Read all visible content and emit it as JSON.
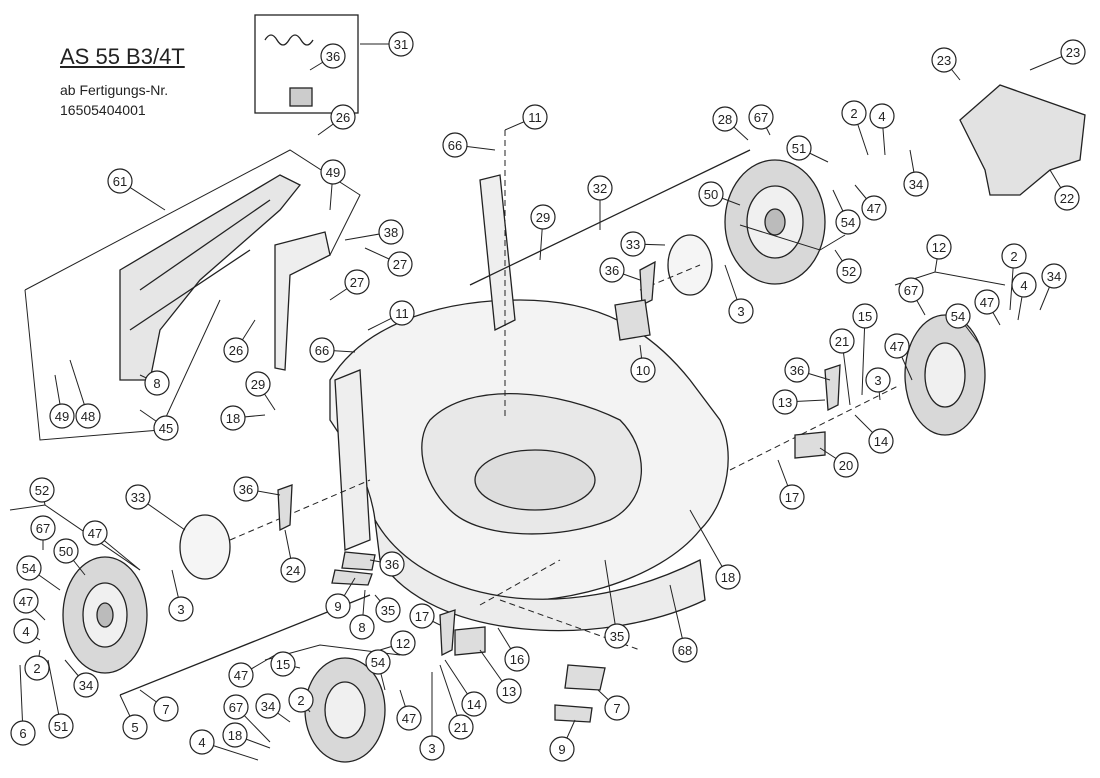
{
  "header": {
    "model": "AS 55 B3/4T",
    "serial_label": "ab Fertigungs-Nr.",
    "serial_number": "16505404001"
  },
  "callouts": [
    "31",
    "36",
    "26",
    "49",
    "38",
    "27",
    "27",
    "26",
    "61",
    "8",
    "45",
    "49",
    "48",
    "29",
    "18",
    "11",
    "66",
    "11",
    "66",
    "29",
    "32",
    "28",
    "67",
    "51",
    "50",
    "33",
    "36",
    "3",
    "10",
    "54",
    "47",
    "52",
    "2",
    "4",
    "34",
    "23",
    "23",
    "22",
    "12",
    "2",
    "34",
    "67",
    "54",
    "47",
    "4",
    "15",
    "21",
    "47",
    "36",
    "13",
    "3",
    "14",
    "20",
    "17",
    "18",
    "68",
    "24",
    "36",
    "33",
    "3",
    "52",
    "67",
    "47",
    "50",
    "54",
    "47",
    "4",
    "2",
    "51",
    "34",
    "6",
    "5",
    "7",
    "9",
    "8",
    "35",
    "36",
    "17",
    "16",
    "13",
    "14",
    "21",
    "3",
    "47",
    "54",
    "2",
    "67",
    "15",
    "12",
    "47",
    "34",
    "4",
    "18",
    "35",
    "7",
    "9"
  ]
}
